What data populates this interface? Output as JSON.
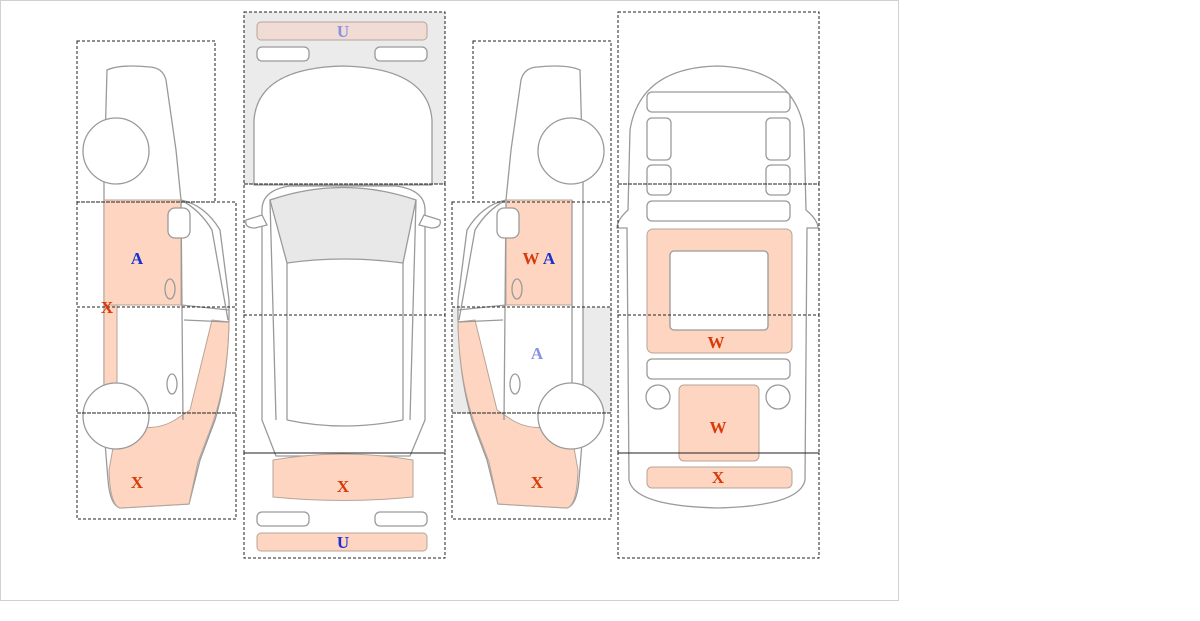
{
  "diagram": {
    "colors": {
      "damage_fill": "#fdd5c0",
      "code_red": "#d83a0a",
      "code_blue": "#1a2fd0",
      "code_blue_faded": "#8a90e0",
      "zone_highlight": "#e6e6e6"
    },
    "views": [
      {
        "name": "left-side",
        "codes": [
          {
            "label": "A",
            "color": "#1a2fd0"
          },
          {
            "label": "X",
            "color": "#d83a0a"
          },
          {
            "label": "X",
            "color": "#d83a0a"
          }
        ]
      },
      {
        "name": "front-rear-top",
        "codes": [
          {
            "label": "U",
            "color": "#8a90e0"
          },
          {
            "label": "X",
            "color": "#d83a0a"
          },
          {
            "label": "U",
            "color": "#1a2fd0"
          }
        ]
      },
      {
        "name": "right-side",
        "codes": [
          {
            "label": "W",
            "color": "#d83a0a"
          },
          {
            "label": "A",
            "color": "#1a2fd0"
          },
          {
            "label": "A",
            "color": "#8a90e0"
          },
          {
            "label": "X",
            "color": "#d83a0a"
          }
        ]
      },
      {
        "name": "roof-interior",
        "codes": [
          {
            "label": "W",
            "color": "#d83a0a"
          },
          {
            "label": "W",
            "color": "#d83a0a"
          },
          {
            "label": "X",
            "color": "#d83a0a"
          }
        ]
      }
    ]
  }
}
